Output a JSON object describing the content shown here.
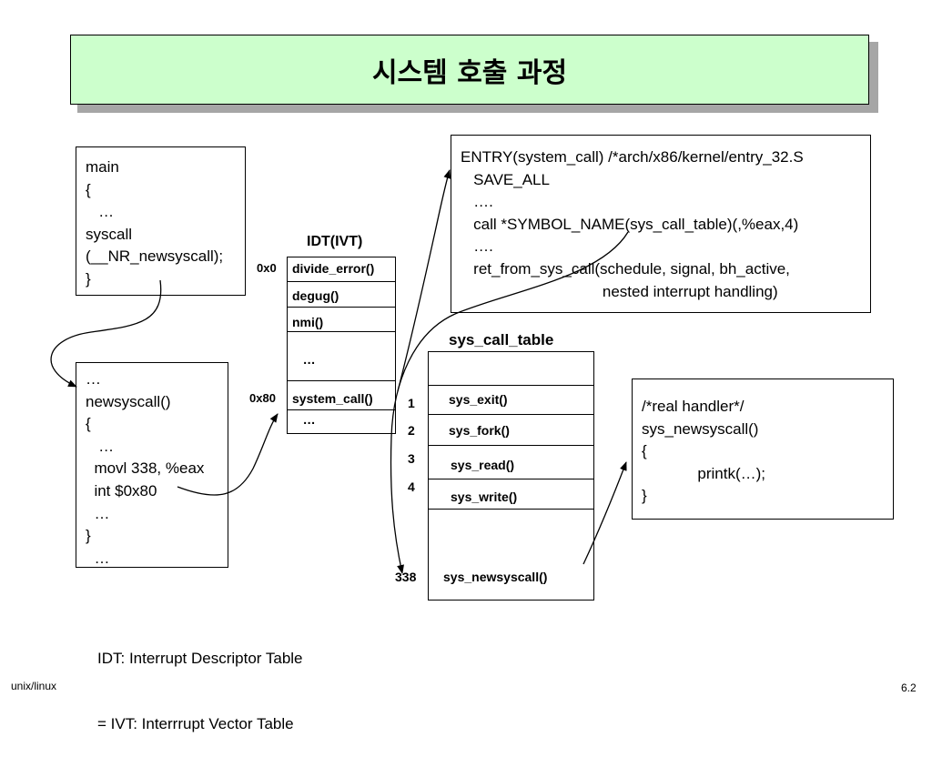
{
  "title": "시스템 호출 과정",
  "main_box": [
    "main",
    "{",
    "   …",
    "syscall",
    "(__NR_newsyscall);",
    "}"
  ],
  "newsyscall_box": [
    "…",
    "newsyscall()",
    "{",
    "   …",
    "  movl 338, %eax",
    "  int $0x80",
    "  …",
    "}",
    "  …"
  ],
  "entry_box": [
    "ENTRY(system_call) /*arch/x86/kernel/entry_32.S",
    "   SAVE_ALL",
    "   ….",
    "   call *SYMBOL_NAME(sys_call_table)(,%eax,4)",
    "   ….",
    "   ret_from_sys_call(schedule, signal, bh_active,",
    "                                 nested interrupt handling)"
  ],
  "handler_box": [
    "/*real handler*/",
    "sys_newsyscall()",
    "{",
    "             printk(…);",
    "}"
  ],
  "idt": {
    "title": "IDT(IVT)",
    "rows": [
      "divide_error()",
      "degug()",
      "nmi()",
      "   …",
      "system_call()",
      "   …"
    ],
    "addr_0": "0x0",
    "addr_80": "0x80"
  },
  "sys_call_table": {
    "title": "sys_call_table",
    "entries": [
      "sys_exit()",
      "sys_fork()",
      "sys_read()",
      "sys_write()",
      "sys_newsyscall()"
    ],
    "numbers": [
      "1",
      "2",
      "3",
      "4",
      "338"
    ]
  },
  "note": [
    "IDT: Interrupt Descriptor Table",
    "= IVT: Interrrupt Vector Table"
  ],
  "footer": {
    "left": "unix/linux",
    "right": "6.2"
  }
}
